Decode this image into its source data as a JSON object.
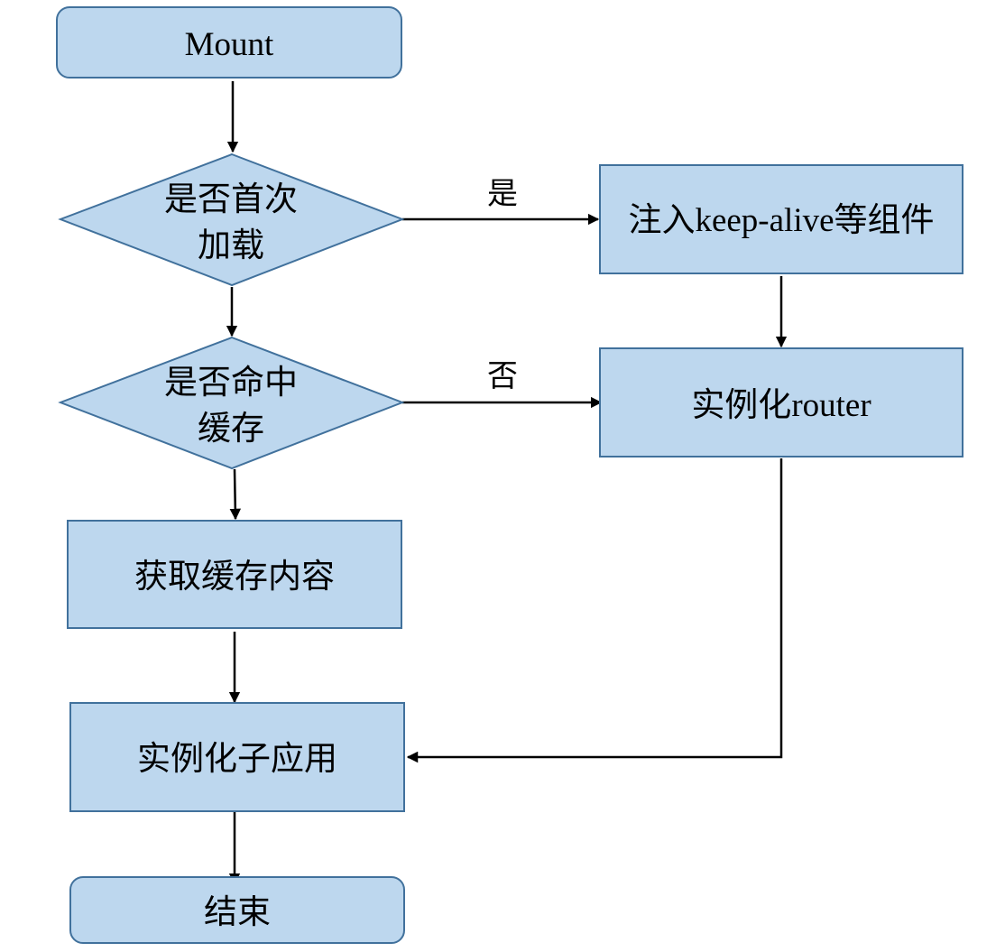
{
  "nodes": {
    "mount": {
      "label": "Mount"
    },
    "first_load": {
      "line1": "是否首次",
      "line2": "加载"
    },
    "inject": {
      "prefix": "注入",
      "mid": "keep-alive",
      "suffix": "等组件"
    },
    "cache_hit": {
      "line1": "是否命中",
      "line2": "缓存"
    },
    "router": {
      "prefix": "实例化",
      "suffix": "router"
    },
    "get_cache": {
      "label": "获取缓存内容"
    },
    "instantiate_app": {
      "label": "实例化子应用"
    },
    "end": {
      "label": "结束"
    }
  },
  "edges": {
    "yes_label": "是",
    "no_label": "否"
  },
  "colors": {
    "node_fill": "#bdd7ee",
    "node_stroke": "#41719c",
    "edge": "#000000"
  }
}
